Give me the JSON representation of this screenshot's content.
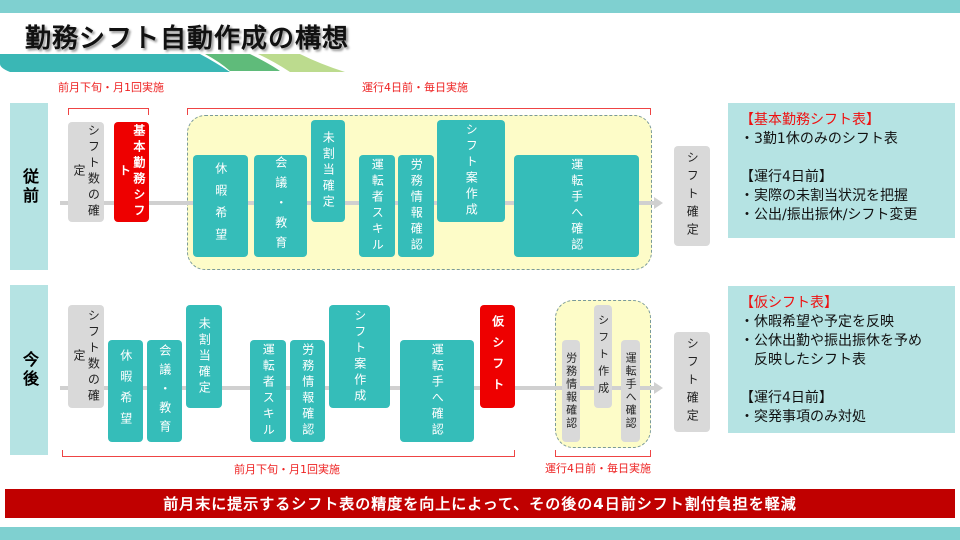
{
  "title": "勤務シフト自動作成の構想",
  "row_before": {
    "label": "従前",
    "bracket_monthly": "前月下旬・月1回実施",
    "bracket_daily": "運行4日前・毎日実施",
    "steps": [
      "シフト数の確定",
      "基本勤務シフト",
      "休暇希望",
      "会議・教育",
      "未割当確定",
      "運転者スキル",
      "労務情報確認",
      "シフト案作成",
      "運転手へ確認",
      "シフト確定"
    ]
  },
  "row_after": {
    "label": "今後",
    "bracket_monthly": "前月下旬・月1回実施",
    "bracket_daily": "運行4日前・毎日実施",
    "steps": [
      "シフト数の確定",
      "休暇希望",
      "会議・教育",
      "未割当確定",
      "運転者スキル",
      "労務情報確認",
      "シフト案作成",
      "運転手へ確認",
      "仮シフト",
      "労務情報確認",
      "シフト作成",
      "運転手へ確認",
      "シフト確定"
    ]
  },
  "panel_before": {
    "heading1": "【基本勤務シフト表】",
    "items1": [
      "・3勤1休のみのシフト表"
    ],
    "heading2": "【運行4日前】",
    "items2": [
      "・実際の未割当状況を把握",
      "・公出/振出振休/シフト変更"
    ]
  },
  "panel_after": {
    "heading1": "【仮シフト表】",
    "items1": [
      "・休暇希望や予定を反映",
      "・公休出勤や振出振休を予め",
      "　反映したシフト表"
    ],
    "heading2": "【運行4日前】",
    "items2": [
      "・突発事項のみ対処"
    ]
  },
  "banner": "前月末に提示するシフト表の精度を向上によって、その後の4日前シフト割付負担を軽減",
  "colors": {
    "teal": "#35bdb9",
    "red": "#ee0000",
    "banner": "#c00000",
    "panel": "#b5e3e3",
    "yellow": "#fdfcc8"
  }
}
